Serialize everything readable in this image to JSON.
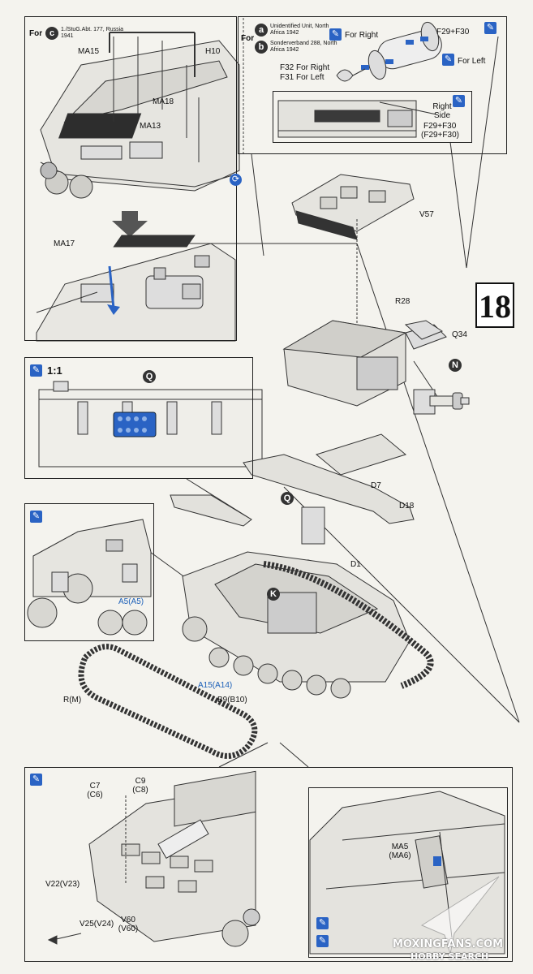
{
  "step": {
    "number": "18"
  },
  "variants": {
    "c_for": "For",
    "c_badge": "c",
    "c_text": "1./StuG.Abt. 177, Russia 1941",
    "ab_for": "For",
    "a_badge": "a",
    "a_text": "Unidentified Unit, North Africa 1942",
    "b_badge": "b",
    "b_text": "Sonderverband 288, North Africa 1942"
  },
  "labels": {
    "ma15": "MA15",
    "h10": "H10",
    "ma18": "MA18",
    "ma13": "MA13",
    "ma17": "MA17",
    "for_right": "For Right",
    "for_left": "For Left",
    "f29f30": "F29+F30",
    "f32": "F32 For Right",
    "f31": "F31 For Left",
    "right_side": "Right Side",
    "f29f30_b": "F29+F30",
    "f29f30_c": "(F29+F30)",
    "v57": "V57",
    "r28": "R28",
    "q34": "Q34",
    "n": "N",
    "scale": "1:1",
    "q_top": "Q",
    "q_mid": "Q",
    "d7": "D7",
    "d18": "D18",
    "d1": "D1",
    "k": "K",
    "a5": "A5(A5)",
    "rm": "R(M)",
    "a15": "A15(A14)",
    "b9": "B9(B10)",
    "c7": "C7",
    "c6": "(C6)",
    "c9": "C9",
    "c8": "(C8)",
    "v22": "V22(V23)",
    "v25": "V25(V24)",
    "v60": "V60",
    "v60b": "(V60)",
    "ma5": "MA5",
    "ma6": "(MA6)"
  },
  "icons": {
    "paint": "brush-icon",
    "rotate": "rotate-icon"
  },
  "watermark": {
    "line1": "MOXINGFANS.COM",
    "line2": "HOBBY SEARCH"
  }
}
